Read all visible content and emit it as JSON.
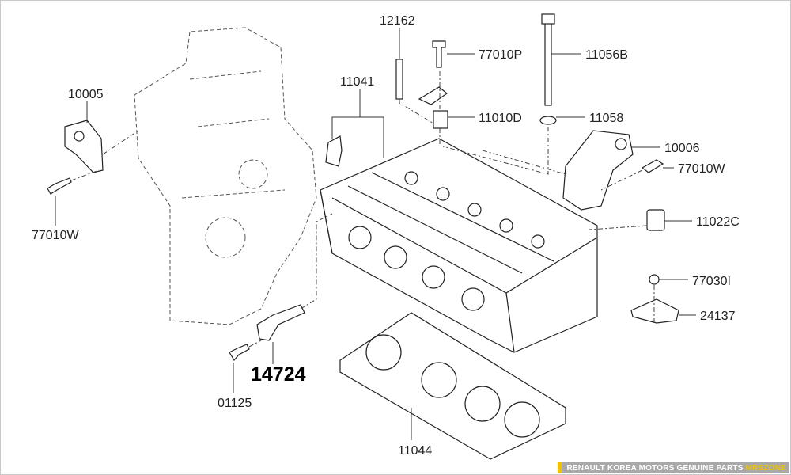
{
  "parts": {
    "p12162": "12162",
    "p77010P": "77010P",
    "p11056B": "11056B",
    "p11041": "11041",
    "p10005": "10005",
    "p11010D": "11010D",
    "p11058": "11058",
    "p10006": "10006",
    "p77010W_right": "77010W",
    "p77010W_left": "77010W",
    "p11022C": "11022C",
    "p77030I": "77030I",
    "p24137": "24137",
    "p14724": "14724",
    "p01125": "01125",
    "p11044": "11044"
  },
  "footer": {
    "text": "RENAULT KOREA MOTORS GENUINE PARTS",
    "brand": "MRSZONE"
  },
  "colors": {
    "accent": "#f2c200",
    "footer_bg": "#a9a9a9"
  }
}
